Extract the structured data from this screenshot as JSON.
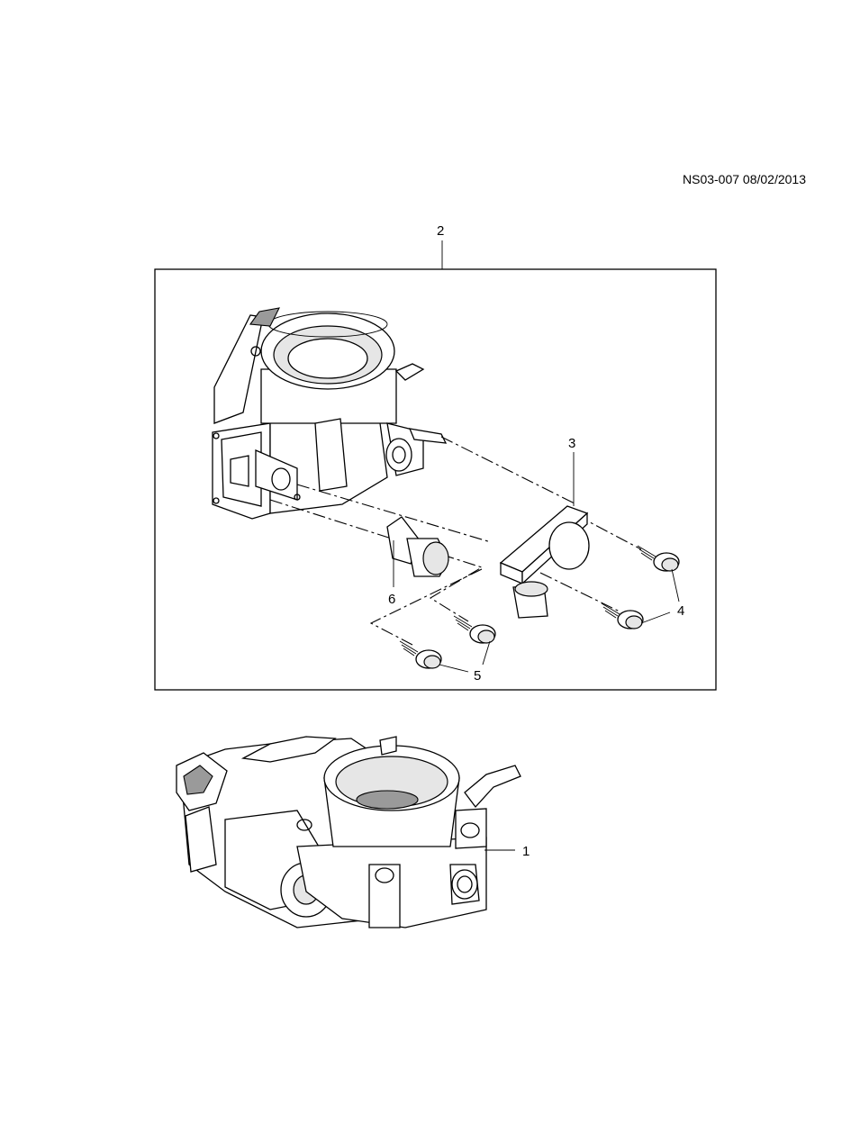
{
  "header": {
    "reference": "NS03-007 08/02/2013"
  },
  "callouts": {
    "c1": "1",
    "c2": "2",
    "c3": "3",
    "c4": "4",
    "c5": "5",
    "c6": "6"
  }
}
